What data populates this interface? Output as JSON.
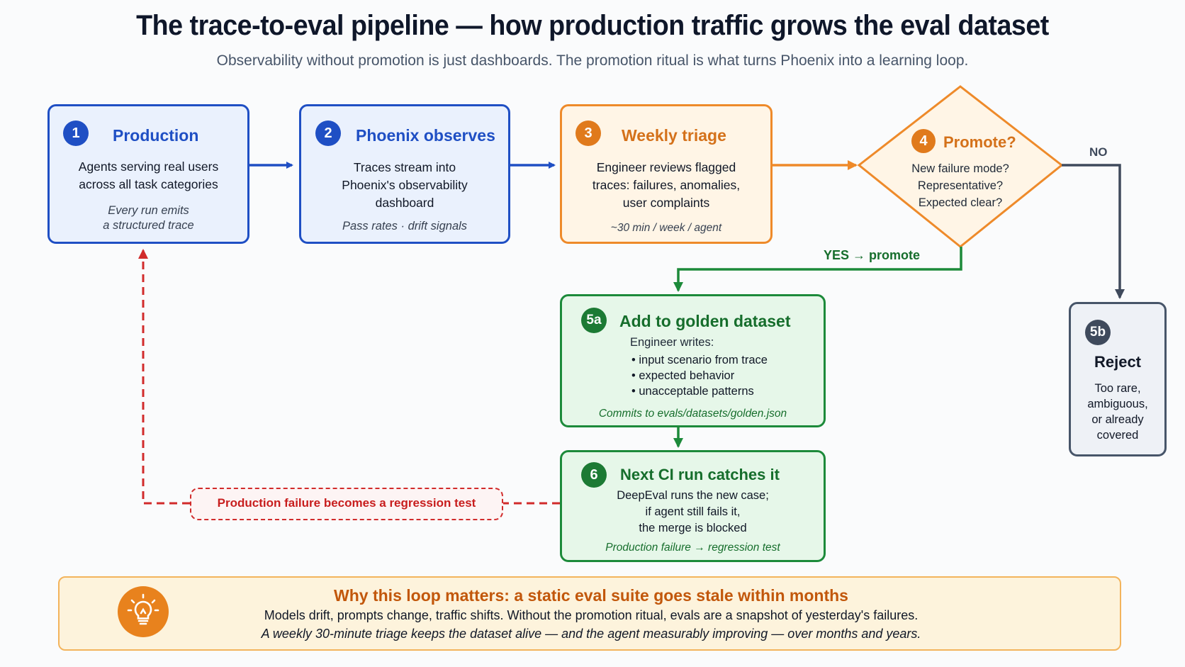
{
  "header": {
    "title": "The trace-to-eval pipeline — how production traffic grows the eval dataset",
    "subtitle": "Observability without promotion is just dashboards. The promotion ritual is what turns Phoenix into a learning loop."
  },
  "steps": {
    "production": {
      "num": "1",
      "title": "Production",
      "body1": "Agents serving real users",
      "body2": "across all task categories",
      "note1": "Every run emits",
      "note2": "a structured trace"
    },
    "phoenix": {
      "num": "2",
      "title": "Phoenix observes",
      "body1": "Traces stream into",
      "body2": "Phoenix's observability",
      "body3": "dashboard",
      "note": "Pass rates · drift signals"
    },
    "triage": {
      "num": "3",
      "title": "Weekly triage",
      "body1": "Engineer reviews flagged",
      "body2": "traces: failures, anomalies,",
      "body3": "user complaints",
      "note": "~30 min / week / agent"
    },
    "promote": {
      "num": "4",
      "title": "Promote?",
      "q1": "New failure mode?",
      "q2": "Representative?",
      "q3": "Expected clear?"
    },
    "golden": {
      "num": "5a",
      "title": "Add to golden dataset",
      "lead": "Engineer writes:",
      "items": [
        "input scenario from trace",
        "expected behavior",
        "unacceptable patterns"
      ],
      "note": "Commits to evals/datasets/golden.json"
    },
    "reject": {
      "num": "5b",
      "title": "Reject",
      "b1": "Too rare,",
      "b2": "ambiguous,",
      "b3": "or already",
      "b4": "covered"
    },
    "ci": {
      "num": "6",
      "title": "Next CI run catches it",
      "body1": "DeepEval runs the new case;",
      "body2": "if agent still fails it,",
      "body3": "the merge is blocked",
      "note": "Production failure → regression test"
    }
  },
  "edges": {
    "yes_label": "YES → promote",
    "no_label": "NO",
    "loop_label": "Production failure becomes a regression test"
  },
  "footer": {
    "icon": "lightbulb-icon",
    "title": "Why this loop matters: a static eval suite goes stale within months",
    "line1": "Models drift, prompts change, traffic shifts. Without the promotion ritual, evals are a snapshot of yesterday's failures.",
    "line2": "A weekly 30-minute triage keeps the dataset alive — and the agent measurably improving — over months and years."
  },
  "colors": {
    "blue": "#1f4fc4",
    "orange": "#ee8a2a",
    "green": "#1c8a3a",
    "slate": "#475569",
    "red": "#d12b2b"
  }
}
